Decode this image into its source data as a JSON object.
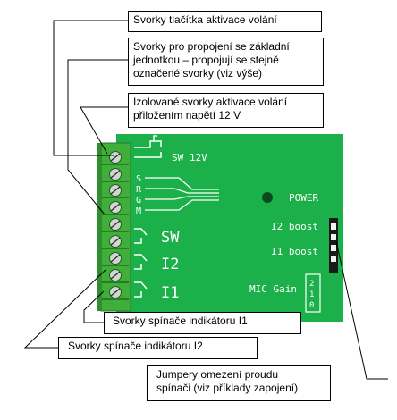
{
  "callouts": {
    "call_button_terminals": "Svorky tlačítka aktivace volání",
    "base_unit_terminals": [
      "Svorky pro propojení se základní",
      "jednotkou – propojují se stejně",
      "označené svorky (viz výše)"
    ],
    "isolated_terminals": [
      "Izolované svorky aktivace volání",
      "přiložením napětí 12 V"
    ],
    "indicator_i1_terminals": "Svorky spínače indikátoru I1",
    "indicator_i2_terminals": "Svorky spínače indikátoru I2",
    "current_limit_jumpers": [
      "Jumpery omezení proudu",
      "spínači (viz příklady zapojení)"
    ]
  },
  "board": {
    "sw12v_label": "SW 12V",
    "signal_letters": [
      "S",
      "R",
      "G",
      "M"
    ],
    "sw_label": "SW",
    "i2_label": "I2",
    "i1_label": "I1",
    "power_label": "POWER",
    "i2_boost_label": "I2 boost",
    "i1_boost_label": "I1 boost",
    "mic_gain_label": "MIC Gain",
    "mic_gain_positions": [
      "2",
      "1",
      "0"
    ]
  },
  "colors": {
    "pcb": "#1bb04a",
    "terminal_block": "#3fae3a",
    "silkscreen": "#ffffff",
    "leader_line": "#000000"
  }
}
